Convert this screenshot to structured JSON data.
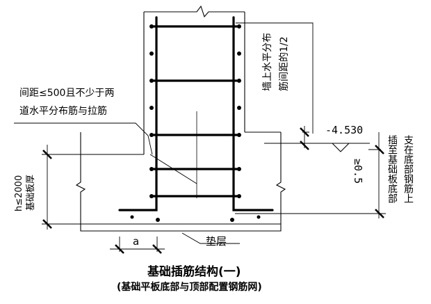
{
  "labels": {
    "spacing_note": [
      "间距≤500且不少于两",
      "道水平分布筋与拉筋"
    ],
    "wall_note": [
      "墙上水平分布",
      "筋间距的1/2"
    ],
    "elevation": "-4.530",
    "min_depth": "≥0.5",
    "insert_note": [
      "插至基础板底部",
      "支在底部钢筋上"
    ],
    "height_limit": "h≤2000",
    "slab_thickness": "基础板厚",
    "dim_a": "a",
    "cushion": "垫层"
  },
  "caption": {
    "title": "基础插筋结构(一)",
    "subtitle": "(基础平板底部与顶部配置钢筋网)"
  }
}
